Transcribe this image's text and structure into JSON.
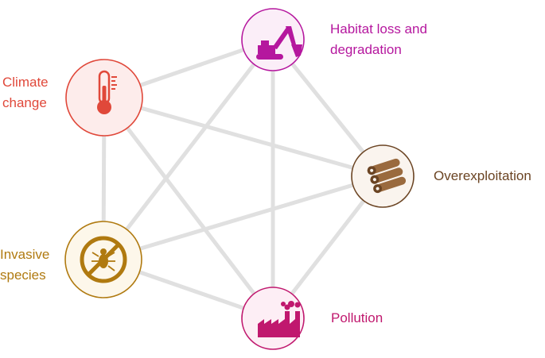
{
  "nodes": {
    "habitat": {
      "label_lines": [
        "Habitat loss and",
        "degradation"
      ],
      "color": "#b5179e",
      "fill": "#fbeef8",
      "icon": "excavator-icon"
    },
    "climate": {
      "label_lines": [
        "Climate",
        "change"
      ],
      "color": "#e0483a",
      "fill": "#fdeceb",
      "icon": "thermometer-icon"
    },
    "overexploitation": {
      "label_lines": [
        "Overexploitation"
      ],
      "color": "#6b4423",
      "fill": "#faf4ee",
      "icon": "logs-icon"
    },
    "invasive": {
      "label_lines": [
        "Invasive",
        "species"
      ],
      "color": "#b07a10",
      "fill": "#fdf7ea",
      "icon": "no-insect-icon"
    },
    "pollution": {
      "label_lines": [
        "Pollution"
      ],
      "color": "#c0186e",
      "fill": "#fdeef5",
      "icon": "factory-icon"
    }
  },
  "edges": [
    [
      "habitat",
      "climate"
    ],
    [
      "habitat",
      "overexploitation"
    ],
    [
      "habitat",
      "invasive"
    ],
    [
      "habitat",
      "pollution"
    ],
    [
      "climate",
      "overexploitation"
    ],
    [
      "climate",
      "invasive"
    ],
    [
      "climate",
      "pollution"
    ],
    [
      "overexploitation",
      "invasive"
    ],
    [
      "overexploitation",
      "pollution"
    ],
    [
      "invasive",
      "pollution"
    ]
  ],
  "edge_color": "#e0e0e0"
}
